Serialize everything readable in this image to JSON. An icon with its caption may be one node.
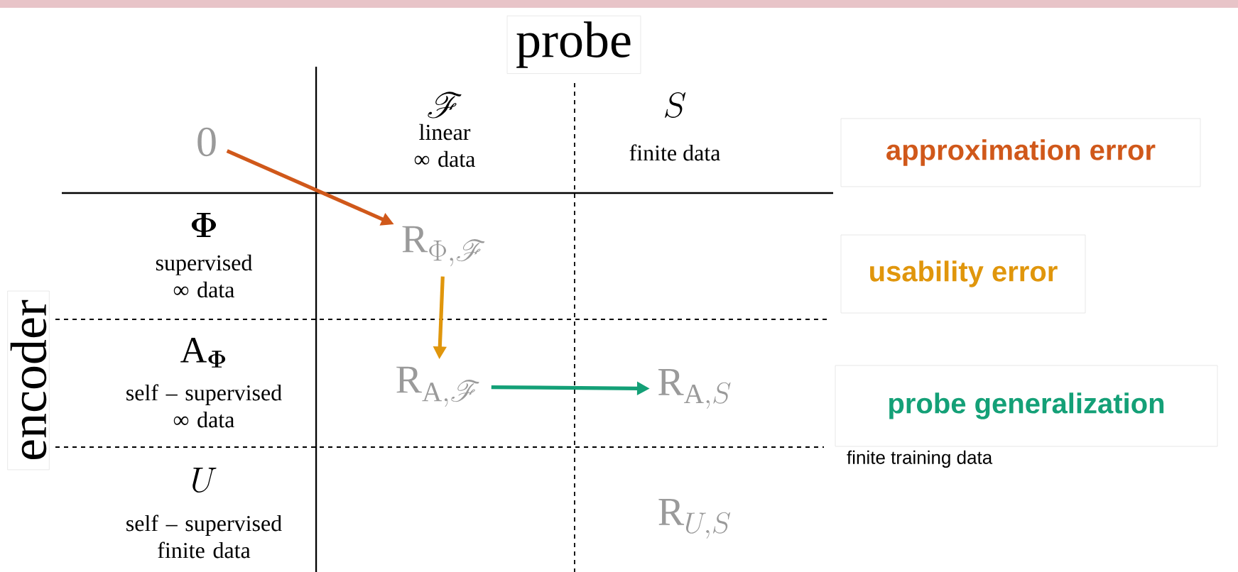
{
  "diagram": {
    "nodes": [
      {
        "text": [
          "probe"
        ]
      },
      {
        "text": [
          "encoder"
        ]
      },
      {
        "text": [
          "0"
        ]
      },
      {
        "text": [
          "\\mathrm{R}_{\\Phi,\\mathscr{F}}"
        ]
      },
      {
        "text": [
          "\\mathrm{R}_{\\mathrm{A},\\mathscr{F}}"
        ]
      },
      {
        "text": [
          "\\mathrm{R}_{\\mathrm{A},S}"
        ]
      },
      {
        "text": [
          "\\mathrm{R}_{U,S}"
        ]
      },
      {
        "text": [
          "approximation error"
        ]
      },
      {
        "text": [
          "usability error"
        ]
      },
      {
        "text": [
          "probe generalization"
        ],
        "beside": [
          "finite training data"
        ]
      }
    ],
    "edges": [
      {
        "from": 2,
        "to": 3,
        "arrow": "to",
        "color": "#d0581a"
      },
      {
        "from": 3,
        "to": 4,
        "arrow": "to",
        "color": "#e0960c"
      },
      {
        "from": 4,
        "to": 5,
        "arrow": "to",
        "color": "#14a077"
      }
    ],
    "labels": [
      "\\mathscr{F}",
      "linear ∞ data",
      "S",
      "finite data",
      "\\boldsymbol{\\Phi}",
      "supervised ∞ data",
      "\\mathrm{A}_{\\boldsymbol{\\Phi}}",
      "self – supervised ∞ data",
      "U",
      "self – supervised finite data"
    ]
  }
}
